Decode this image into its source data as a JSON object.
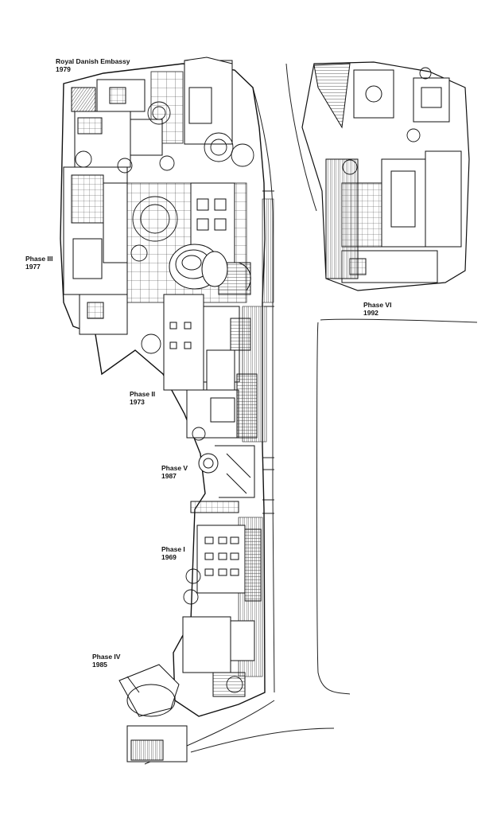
{
  "labels": {
    "embassy": {
      "name": "Royal Danish Embassy",
      "year": "1979"
    },
    "phase3": {
      "name": "Phase III",
      "year": "1977"
    },
    "phase6": {
      "name": "Phase VI",
      "year": "1992"
    },
    "phase2": {
      "name": "Phase II",
      "year": "1973"
    },
    "phase5": {
      "name": "Phase V",
      "year": "1987"
    },
    "phase1": {
      "name": "Phase I",
      "year": "1969"
    },
    "phase4": {
      "name": "Phase IV",
      "year": "1985"
    }
  },
  "colors": {
    "ink": "#111111",
    "paper": "#ffffff",
    "hatch": "#555555"
  }
}
